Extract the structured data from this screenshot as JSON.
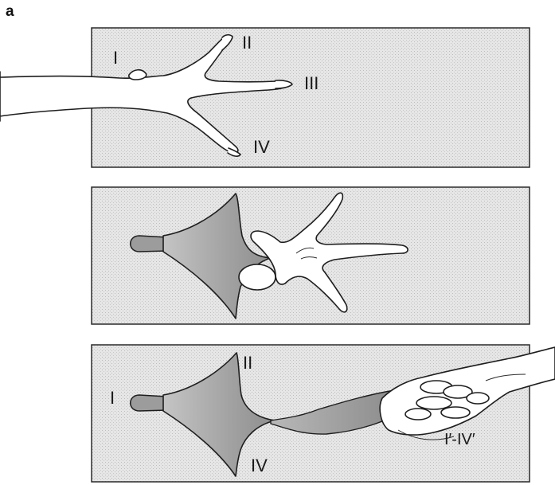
{
  "figure": {
    "panel_letter": "a",
    "panels": [
      {
        "id": "top",
        "labels": {
          "digit_1": "I",
          "digit_2": "II",
          "digit_3": "III",
          "digit_4": "IV"
        }
      },
      {
        "id": "middle",
        "labels": {}
      },
      {
        "id": "bottom",
        "labels": {
          "digit_1": "I",
          "digit_2": "II",
          "digit_4": "IV",
          "ectopic": "I′-IV′"
        }
      }
    ]
  }
}
